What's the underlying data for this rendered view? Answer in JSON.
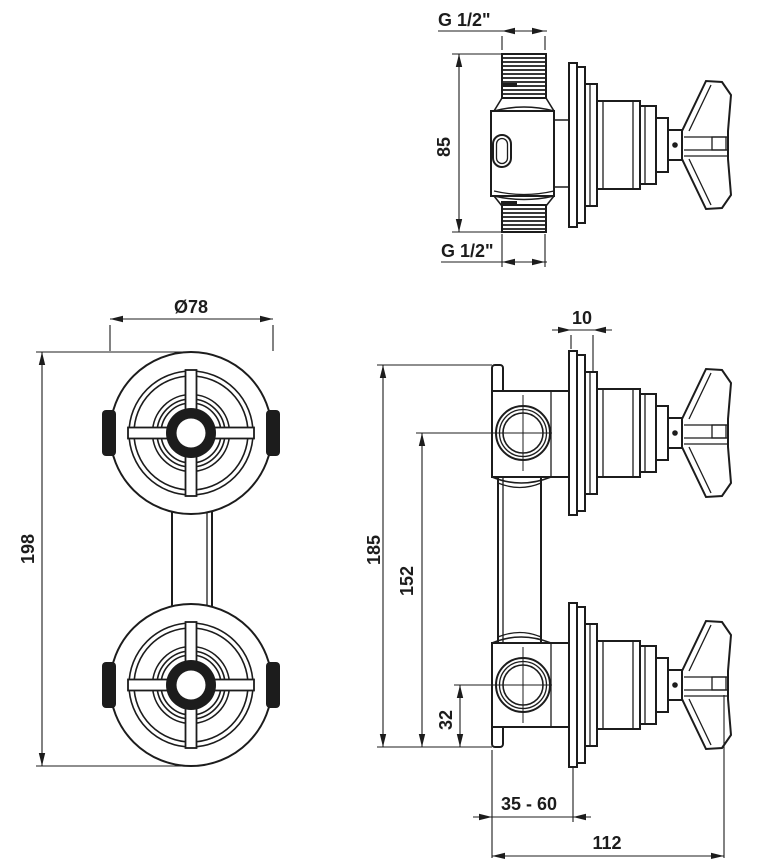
{
  "page": {
    "background": "#ffffff",
    "line_color": "#1c1c1c"
  },
  "labels": {
    "thread_top": "G 1/2\"",
    "thread_bottom": "G 1/2\"",
    "valve_height": "85",
    "handle_diameter": "Ø78",
    "total_height": "198",
    "plate_offset": "10",
    "height_overall": "185",
    "height_upper_valve": "152",
    "height_lower_valve": "32",
    "wall_depth_range": "35 - 60",
    "total_depth": "112"
  }
}
